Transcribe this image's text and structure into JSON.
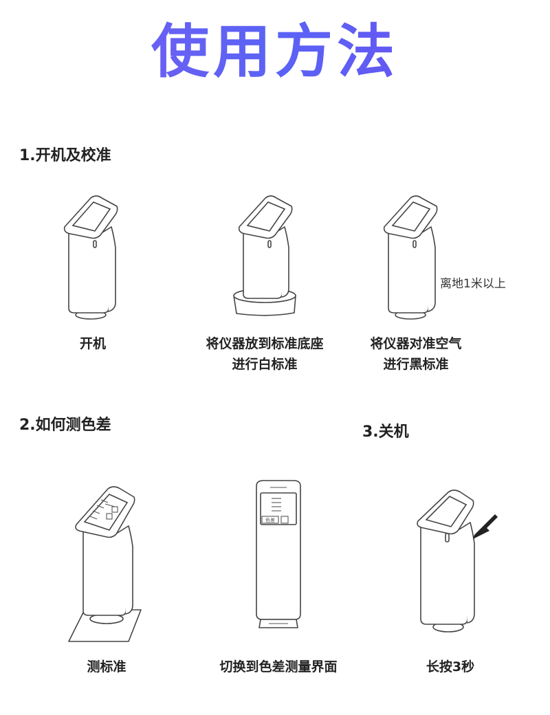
{
  "page": {
    "title": "使用方法"
  },
  "sections": {
    "power_calibrate": "1.开机及校准",
    "measure": "2.如何测色差",
    "shutdown": "3.关机"
  },
  "captions": {
    "power_on": "开机",
    "white_line1": "将仪器放到标准底座",
    "white_line2": "进行白标准",
    "black_line1": "将仪器对准空气",
    "black_line2": "进行黑标准",
    "measure_std": "测标准",
    "switch_line": "切换到色差测量界面",
    "long_press": "长按3秒"
  },
  "notes": {
    "height": "离地1米以上"
  },
  "screen_labels": {
    "color_diff": "色差"
  }
}
